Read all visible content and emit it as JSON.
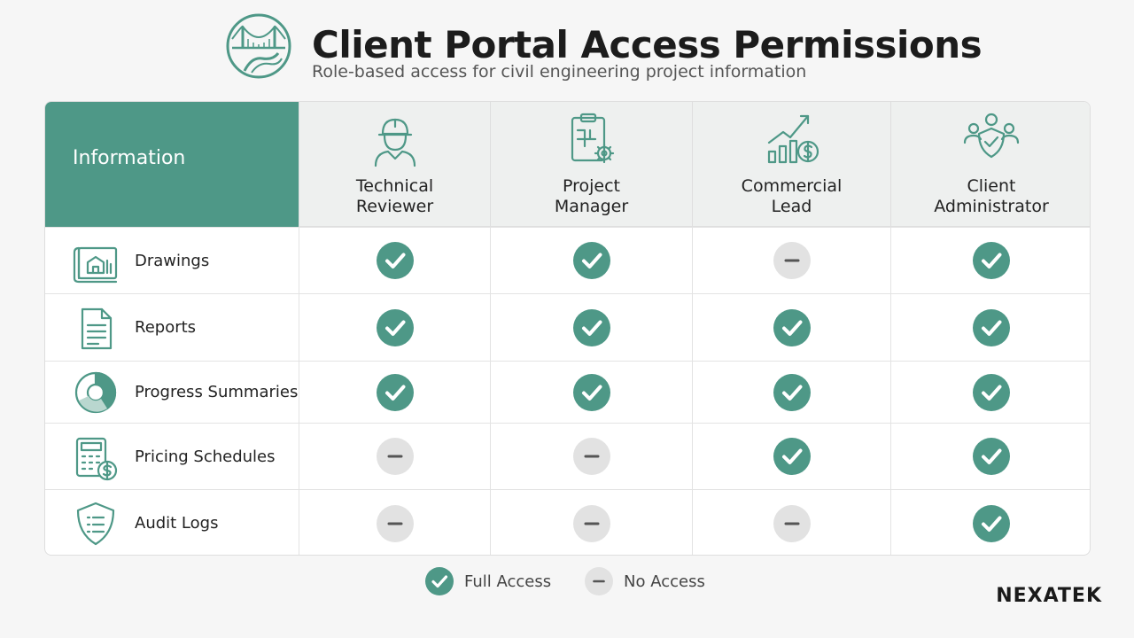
{
  "header": {
    "title": "Client Portal Access Permissions",
    "subtitle": "Role-based access for civil engineering project information",
    "logo_icon": "bridge-logo-icon"
  },
  "table": {
    "corner_label": "Information",
    "roles": [
      {
        "label": "Technical\nReviewer",
        "icon": "worker-hardhat-icon"
      },
      {
        "label": "Project\nManager",
        "icon": "clipboard-gear-icon"
      },
      {
        "label": "Commercial\nLead",
        "icon": "growth-chart-dollar-icon"
      },
      {
        "label": "Client\nAdministrator",
        "icon": "group-shield-icon"
      }
    ],
    "rows": [
      {
        "label": "Drawings",
        "icon": "blueprint-icon",
        "access": [
          "full",
          "full",
          "none",
          "full"
        ]
      },
      {
        "label": "Reports",
        "icon": "document-icon",
        "access": [
          "full",
          "full",
          "full",
          "full"
        ]
      },
      {
        "label": "Progress Summaries",
        "icon": "donut-chart-icon",
        "access": [
          "full",
          "full",
          "full",
          "full"
        ]
      },
      {
        "label": "Pricing Schedules",
        "icon": "calculator-dollar-icon",
        "access": [
          "none",
          "none",
          "full",
          "full"
        ]
      },
      {
        "label": "Audit Logs",
        "icon": "shield-list-icon",
        "access": [
          "none",
          "none",
          "none",
          "full"
        ]
      }
    ]
  },
  "legend": {
    "full_label": "Full Access",
    "none_label": "No Access"
  },
  "brand": {
    "text": "NEXATEK"
  },
  "colors": {
    "accent": "#4e9887",
    "no_access": "#e2e2e2",
    "no_access_dash": "#555555",
    "header_bg": "#eef0ef"
  }
}
